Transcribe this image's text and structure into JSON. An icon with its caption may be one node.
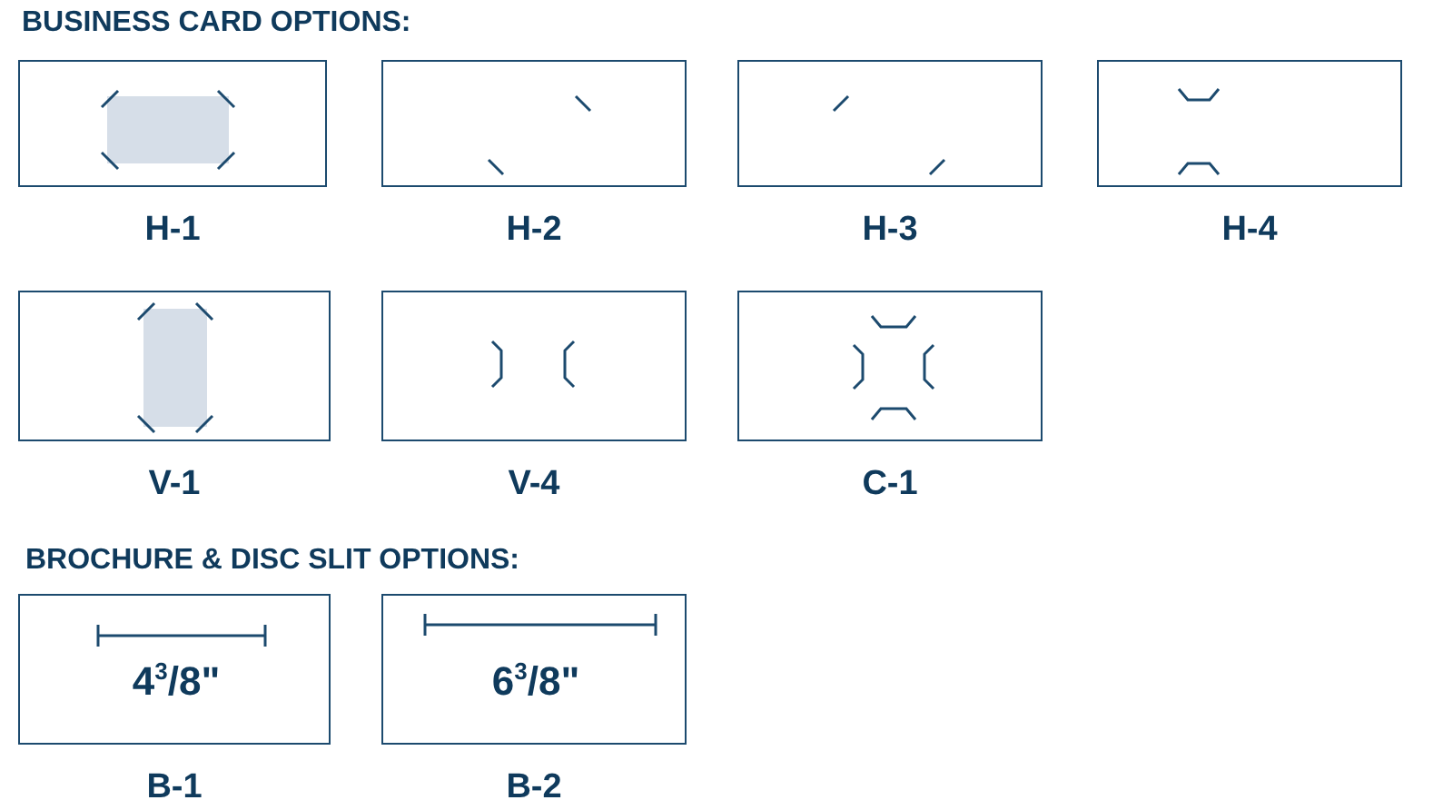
{
  "diagram": {
    "nodes": [
      {
        "text": [
          "H-1"
        ]
      },
      {
        "text": [
          "H-2"
        ]
      },
      {
        "text": [
          "H-3"
        ]
      },
      {
        "text": [
          "H-4"
        ]
      },
      {
        "text": [
          "V-1"
        ]
      },
      {
        "text": [
          "V-4"
        ]
      },
      {
        "text": [
          "C-1"
        ]
      },
      {
        "text": [
          "4$^{3}$/8\"",
          "B-1"
        ]
      },
      {
        "text": [
          "6$^{3}$/8\"",
          "B-2"
        ]
      }
    ],
    "edges": [],
    "labels": [
      "BUSINESS CARD OPTIONS:",
      "BROCHURE & DISC SLIT OPTIONS:"
    ]
  }
}
